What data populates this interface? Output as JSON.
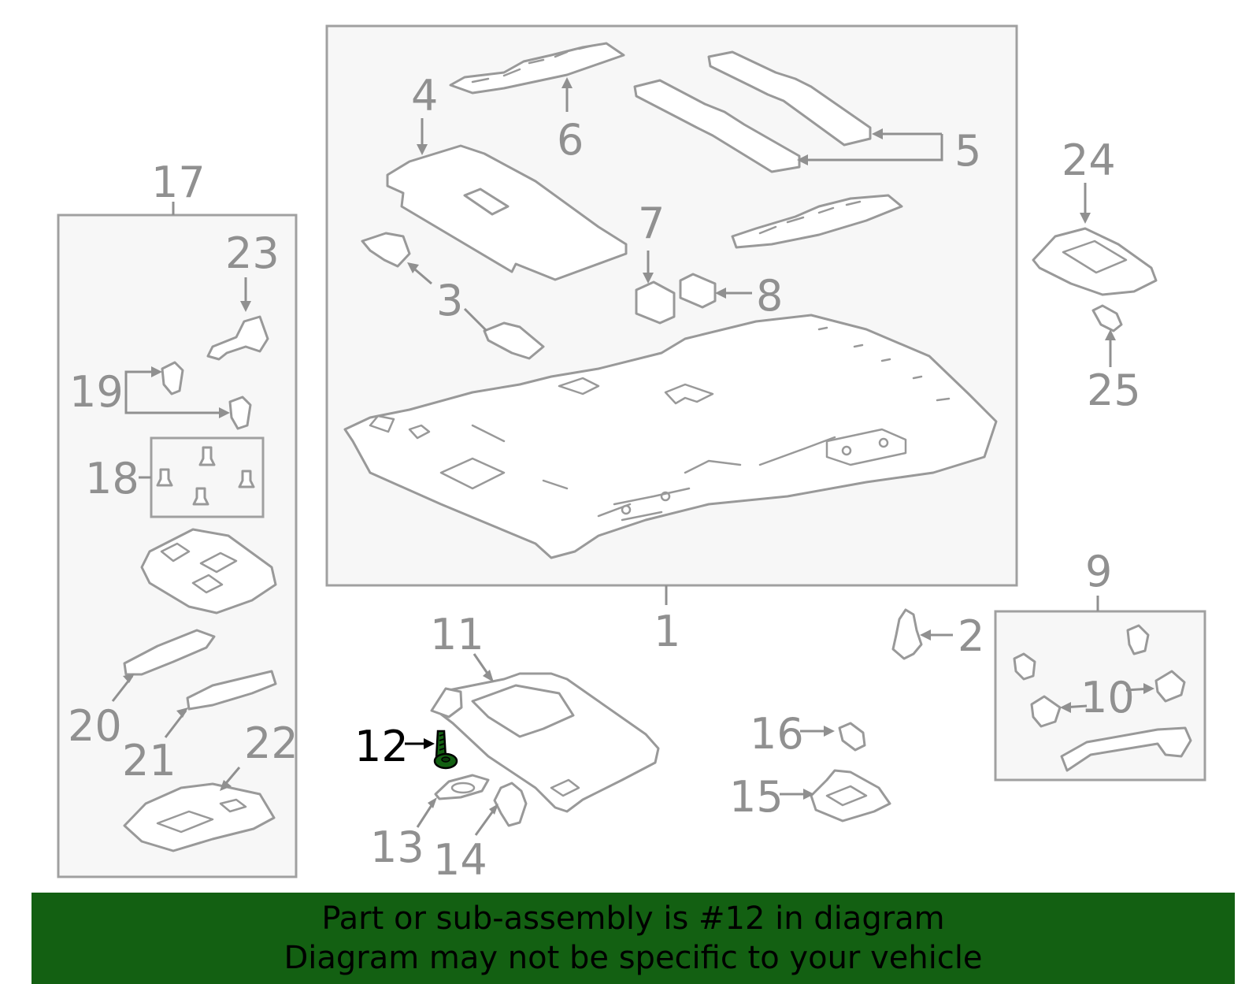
{
  "callouts": {
    "c1": "1",
    "c2": "2",
    "c3": "3",
    "c4": "4",
    "c5": "5",
    "c6": "6",
    "c7": "7",
    "c8": "8",
    "c9": "9",
    "c10": "10",
    "c11": "11",
    "c12": "12",
    "c13": "13",
    "c14": "14",
    "c15": "15",
    "c16": "16",
    "c17": "17",
    "c18": "18",
    "c19": "19",
    "c20": "20",
    "c21": "21",
    "c22": "22",
    "c23": "23",
    "c24": "24",
    "c25": "25"
  },
  "highlight": {
    "part": "12",
    "color": "#000000",
    "part_fill": "#136012"
  },
  "banner": {
    "line1": "Part or sub-assembly is #12 in diagram",
    "line2": "Diagram may not be specific to your vehicle",
    "background": "#136012"
  },
  "colors": {
    "line_gray": "#999999",
    "box_fill": "#f7f7f7"
  }
}
